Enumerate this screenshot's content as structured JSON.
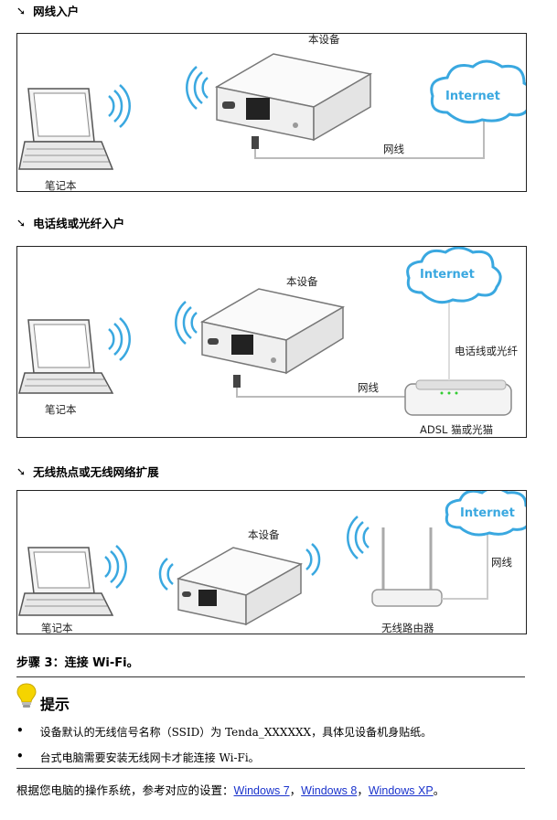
{
  "sections": [
    {
      "heading": "网线入户",
      "labels": {
        "device": "本设备",
        "laptop": "笔记本",
        "cable": "网线",
        "internet": "Internet"
      }
    },
    {
      "heading": "电话线或光纤入户",
      "labels": {
        "device": "本设备",
        "laptop": "笔记本",
        "cable": "网线",
        "internet": "Internet",
        "phone_line": "电话线或光纤",
        "modem": "ADSL 猫或光猫"
      }
    },
    {
      "heading": "无线热点或无线网络扩展",
      "labels": {
        "device": "本设备",
        "laptop": "笔记本",
        "cable": "网线",
        "internet": "Internet",
        "router": "无线路由器"
      }
    }
  ],
  "step": "步骤 3：连接 Wi-Fi。",
  "tip": {
    "title": "提示",
    "items": [
      "设备默认的无线信号名称（SSID）为 Tenda_XXXXXX，具体见设备机身贴纸。",
      "台式电脑需要安装无线网卡才能连接 Wi-Fi。"
    ]
  },
  "footer": {
    "prefix": "根据您电脑的操作系统，参考对应的设置：",
    "links": [
      "Windows 7",
      "Windows 8",
      "Windows XP"
    ],
    "sep": "，",
    "end": "。"
  },
  "icons": {
    "section_arrow": "arrow-down-right-icon",
    "tip": "lightbulb-icon"
  },
  "colors": {
    "link": "#1a33cc",
    "internet_cloud": "#3aa8e0"
  }
}
